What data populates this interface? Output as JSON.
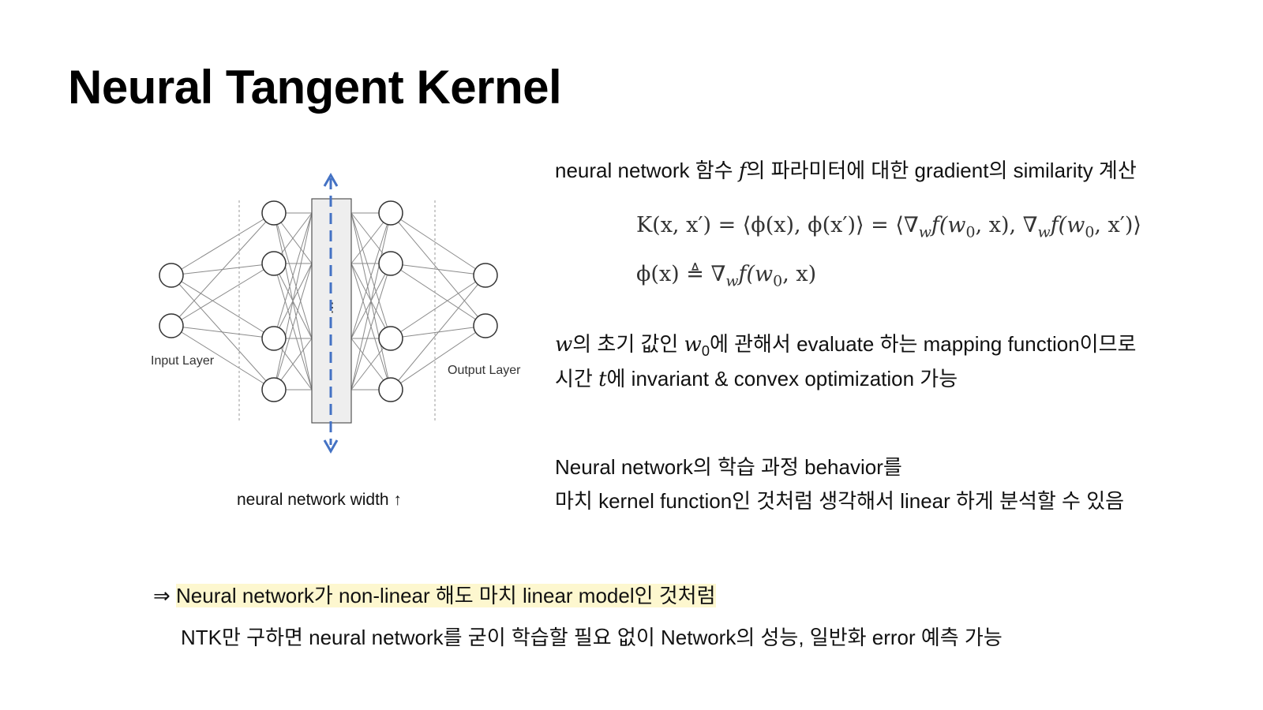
{
  "slide": {
    "title": "Neural Tangent Kernel"
  },
  "diagram": {
    "input_layer_label": "Input Layer",
    "output_layer_label": "Output Layer",
    "hidden_ellipsis": "⋮",
    "caption": "neural network width ↑",
    "arrow_color": "#4472c4"
  },
  "right": {
    "line1_a": "neural network 함수 ",
    "line1_f": "f",
    "line1_b": "의 파라미터에 대한 gradient의 similarity 계산",
    "eq1": "K(x, x′) = ⟨ϕ(x), ϕ(x′)⟩ = ⟨∇",
    "eq1_sub1": "w",
    "eq1_mid": "f(w",
    "eq1_sub0a": "0",
    "eq1_mid2": ", x), ∇",
    "eq1_sub2": "w",
    "eq1_mid3": "f(w",
    "eq1_sub0b": "0",
    "eq1_end": ", x′)⟩",
    "eq2": "ϕ(x) ≜ ∇",
    "eq2_sub": "w",
    "eq2_mid": "f(w",
    "eq2_sub0": "0",
    "eq2_end": ", x)",
    "p2_w": "w",
    "p2_a": "의 초기 값인 ",
    "p2_w0": "w",
    "p2_w0_sub": "0",
    "p2_b": "에 관해서 evaluate 하는 mapping function이므로",
    "p2_line2_a": "시간 ",
    "p2_t": "t",
    "p2_line2_b": "에 invariant & convex optimization 가능",
    "p3_line1": "Neural network의 학습 과정 behavior를",
    "p3_line2": "마치 kernel function인 것처럼 생각해서 linear 하게 분석할 수 있음"
  },
  "bottom": {
    "arrow": "⇒ ",
    "highlight": "Neural network가 non-linear 해도 마치 linear model인 것처럼",
    "line2": "NTK만 구하면 neural network를 굳이 학습할 필요 없이 Network의 성능, 일반화 error 예측 가능"
  },
  "colors": {
    "highlight": "#fdf7cf",
    "accent_arrow": "#4472c4"
  }
}
